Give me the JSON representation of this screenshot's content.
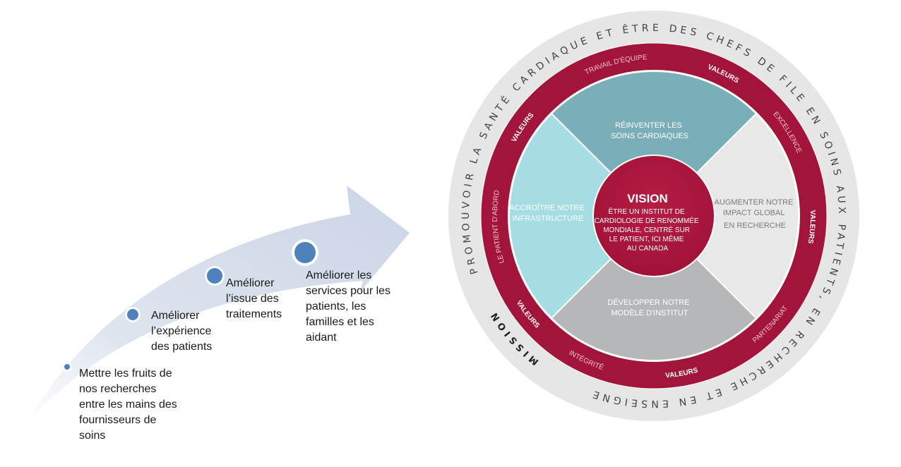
{
  "steps": [
    {
      "lines": [
        "Mettre les fruits de",
        "nos recherches",
        "entre les mains des",
        "fournisseurs de",
        "soins"
      ]
    },
    {
      "lines": [
        "Améliorer",
        "l’expérience",
        "des patients"
      ]
    },
    {
      "lines": [
        "Améliorer",
        "l’issue des",
        "traitements"
      ]
    },
    {
      "lines": [
        "Améliorer les",
        "services pour les",
        "patients, les",
        "familles et les",
        "aidant"
      ]
    }
  ],
  "mission": {
    "label": "MISSION",
    "text": "PROMOUVOIR LA SANTÉ CARDIAQUE ET ÊTRE DES CHEFS DE FILE EN SOINS AUX PATIENTS, EN RECHERCHE ET EN ENSEIGNEMENT"
  },
  "values_ring": {
    "labels": [
      "TRAVAIL D'ÉQUIPE",
      "VALEURS",
      "EXCELLENCE",
      "VALEURS",
      "PARTENARIAT",
      "VALEURS",
      "INTÉGRITÉ",
      "VALEURS",
      "LE PATIENT D'ABORD",
      "VALEURS"
    ]
  },
  "quadrants": {
    "top": [
      "RÉINVENTER LES",
      "SOINS CARDIAQUES"
    ],
    "right": [
      "AUGMENTER NOTRE",
      "IMPACT GLOBAL",
      "EN RECHERCHE"
    ],
    "bottom": [
      "DÉVELOPPER NOTRE",
      "MODÈLE D'INSTITUT"
    ],
    "left": [
      "ACCROÎTRE NOTRE",
      "INFRASTRUCTURE"
    ]
  },
  "vision": {
    "title": "VISION",
    "lines": [
      "ÊTRE UN INSTITUT DE",
      "CARDIOLOGIE DE RENOMMÉE",
      "MONDIALE, CENTRÉ SUR",
      "LE PATIENT, ICI MÊME",
      "AU CANADA"
    ]
  },
  "colors": {
    "red": "#a3143a",
    "teal": "#7aafb9",
    "cyan": "#a6dce3",
    "gray": "#b5b7b9",
    "light": "#e6e6e6",
    "dot": "#4f81bd",
    "arrow": "#cdd7e7"
  }
}
